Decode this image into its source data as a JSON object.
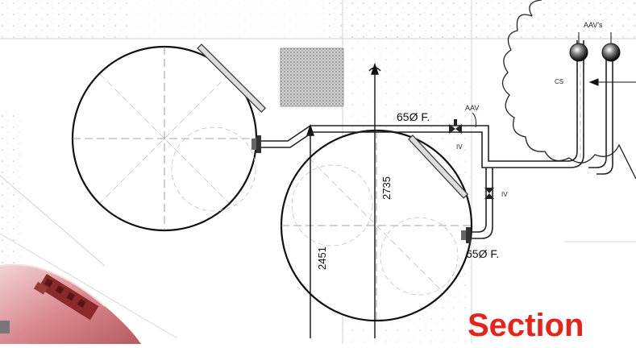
{
  "labels": {
    "aav_plural": "AAV's",
    "cs": "CS",
    "flange_upper": "65Ø F.",
    "aav": "AAV",
    "iv_upper": "IV",
    "iv_lower": "IV",
    "flange_lower": "65Ø F.",
    "dim_tall": "2735",
    "dim_short": "2451",
    "section_title": "Section"
  },
  "colors": {
    "section_title": "#e8231b",
    "pipe": "#222222",
    "centerline": "#888888",
    "hatch_block": "#9a9a9a",
    "photo_tank": "#d98a90"
  },
  "icons": {
    "hatch_block": "concrete-hatch",
    "valve": "gate-valve",
    "vent": "air-admittance-valve"
  }
}
